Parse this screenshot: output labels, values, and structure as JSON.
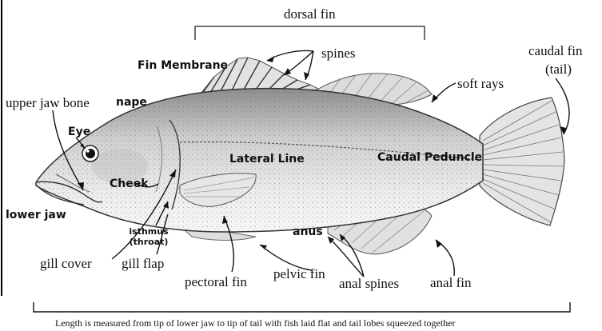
{
  "labels": {
    "dorsal_fin": "dorsal fin",
    "spines": "spines",
    "fin_membrane": "Fin Membrane",
    "soft_rays": "soft rays",
    "caudal_fin": "caudal fin",
    "tail": "(tail)",
    "upper_jaw_bone": "upper jaw bone",
    "nape": "nape",
    "eye": "Eye",
    "cheek": "Cheek",
    "lateral_line": "Lateral Line",
    "caudal_peduncle": "Caudal Peduncle",
    "lower_jaw": "lower jaw",
    "isthmus": "isthmus",
    "throat": "(throat)",
    "anus": "anus",
    "gill_cover": "gill cover",
    "gill_flap": "gill flap",
    "pectoral_fin": "pectoral fin",
    "pelvic_fin": "pelvic fin",
    "anal_spines": "anal spines",
    "anal_fin": "anal fin"
  },
  "caption": "Length is measured from tip of lower jaw to tip of tail with fish laid flat and tail lobes squeezed together",
  "colors": {
    "ink": "#111111",
    "fish_fill": "#ececec",
    "fish_shade": "#c9c9c9"
  }
}
